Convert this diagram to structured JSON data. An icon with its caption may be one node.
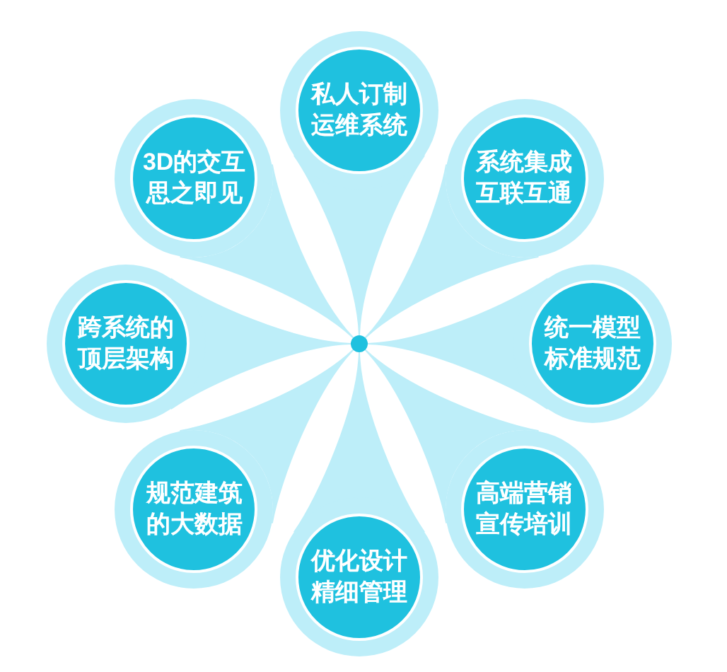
{
  "diagram": {
    "nodes": [
      {
        "text": [
          "私人订制运维系统"
        ]
      },
      {
        "text": [
          "3D的交互思之即见"
        ]
      },
      {
        "text": [
          "系统集成互联互通"
        ]
      },
      {
        "text": [
          "跨系统的顶层架构"
        ]
      },
      {
        "text": [],
        "shape": "circle"
      },
      {
        "text": [
          "统一模型标准规范"
        ]
      },
      {
        "text": [
          "规范建筑的大数据"
        ]
      },
      {
        "text": [
          "高端营销宣传培训"
        ]
      },
      {
        "text": [
          "优化设计精细管理"
        ]
      }
    ],
    "edges": [
      {
        "from": 0,
        "to": 4,
        "arrow": "none"
      },
      {
        "from": 1,
        "to": 4,
        "arrow": "none"
      },
      {
        "from": 2,
        "to": 4,
        "arrow": "none"
      },
      {
        "from": 3,
        "to": 4,
        "arrow": "none"
      },
      {
        "from": 5,
        "to": 4,
        "arrow": "none"
      },
      {
        "from": 6,
        "to": 4,
        "arrow": "none"
      },
      {
        "from": 7,
        "to": 4,
        "arrow": "none"
      },
      {
        "from": 8,
        "to": 4,
        "arrow": "none"
      }
    ]
  }
}
